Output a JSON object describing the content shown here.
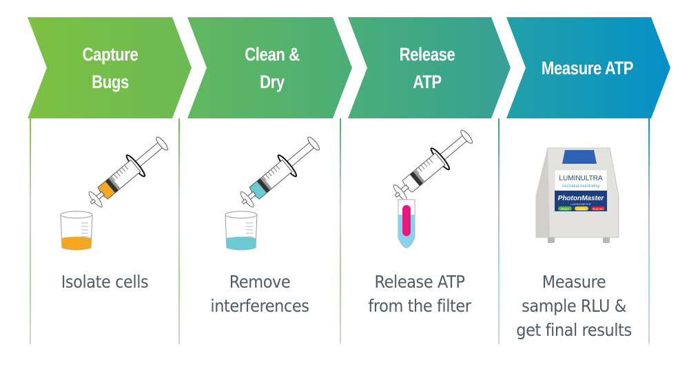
{
  "steps": [
    {
      "title_line1": "Capture",
      "title_line2": "Bugs",
      "description_line1": "Isolate cells",
      "description_line2": "",
      "description_line3": "",
      "illustration": "syringe-and-beaker-icon",
      "liquid_color": "#f5a623",
      "colors": {
        "start": "#7cc142",
        "end": "#6cba55"
      }
    },
    {
      "title_line1": "Clean &",
      "title_line2": "Dry",
      "description_line1": "Remove",
      "description_line2": "interferences",
      "description_line3": "",
      "illustration": "syringe-and-beaker-icon",
      "liquid_color": "#6ccad3",
      "colors": {
        "start": "#62b85f",
        "end": "#4bae77"
      }
    },
    {
      "title_line1": "Release",
      "title_line2": "ATP",
      "description_line1": "Release ATP",
      "description_line2": "from the filter",
      "description_line3": "",
      "illustration": "syringe-and-tube-icon",
      "liquid_color": "#e6197f",
      "colors": {
        "start": "#4aae78",
        "end": "#35a096"
      }
    },
    {
      "title_line1": "Measure ATP",
      "title_line2": "",
      "description_line1": "Measure",
      "description_line2": "sample RLU &",
      "description_line3": "get final results",
      "illustration": "luminometer-icon",
      "colors": {
        "start": "#22a0a8",
        "end": "#0590c8"
      }
    }
  ],
  "device": {
    "brand": "LUMINULTRA",
    "brand_tagline": "microbial monitoring",
    "model": "PhotonMaster",
    "model_sub": "LUMINOMETER",
    "buttons": [
      "READY",
      "POWER",
      "READING"
    ],
    "button_colors": [
      "#5cb531",
      "#f3c623",
      "#d8232a"
    ]
  },
  "palette": {
    "text": "#4f5b63",
    "header_text": "#ffffff",
    "divider_green": "#8ccf6a",
    "divider_grey": "#bfc3c6"
  }
}
